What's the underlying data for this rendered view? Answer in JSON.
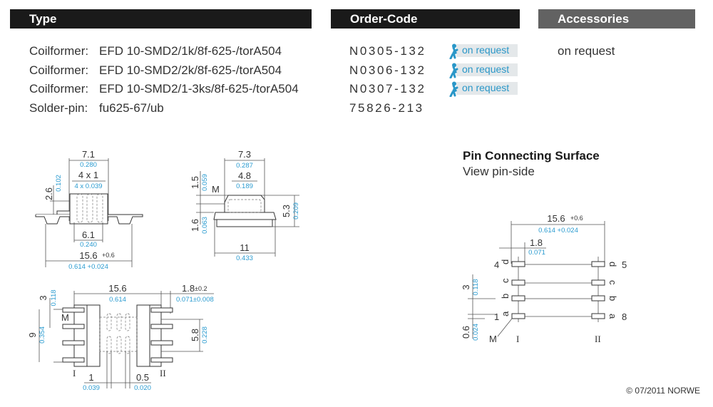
{
  "headers": {
    "type": "Type",
    "order_code": "Order-Code",
    "accessories": "Accessories"
  },
  "products": [
    {
      "label": "Coilformer:",
      "type": "EFD 10-SMD2/1k/8f-625-/torA504",
      "order_code": "N0305-132",
      "badge": "on request"
    },
    {
      "label": "Coilformer:",
      "type": "EFD 10-SMD2/2k/8f-625-/torA504",
      "order_code": "N0306-132",
      "badge": "on request"
    },
    {
      "label": "Coilformer:",
      "type": "EFD 10-SMD2/1-3ks/8f-625-/torA504",
      "order_code": "N0307-132",
      "badge": "on request"
    },
    {
      "label": "Solder-pin:",
      "type": "fu625-67/ub",
      "order_code": "75826-213",
      "badge": null
    }
  ],
  "accessories": {
    "text": "on request"
  },
  "badge_icon": "walking-person-icon",
  "colors": {
    "header_dark": "#1a1a1a",
    "header_grey": "#626262",
    "accent_blue": "#2a9bd0",
    "badge_bg": "#e4e8ea"
  },
  "drawing_front": {
    "dims": {
      "w71": "7.1",
      "w71_in": "0.280",
      "w4x1": "4 x 1",
      "w4x1_in": "4 x 0.039",
      "h26": "2.6",
      "h26_in": "0.102",
      "w61": "6.1",
      "w61_in": "0.240",
      "w156": "15.6",
      "w156_tol": "+0.6",
      "w156_in": "0.614 +0.024"
    }
  },
  "drawing_side": {
    "dims": {
      "w73": "7.3",
      "w73_in": "0.287",
      "w48": "4.8",
      "w48_in": "0.189",
      "h15": "1.5",
      "h15_in": "0.059",
      "h16": "1.6",
      "h16_in": "0.063",
      "h53": "5.3",
      "h53_in": "0.209",
      "w11": "11",
      "w11_in": "0.433",
      "mark": "M"
    }
  },
  "drawing_top": {
    "dims": {
      "w156": "15.6",
      "w156_in": "0.614",
      "w18": "1.8",
      "w18_tol": "±0.2",
      "w18_in": "0.071±0.008",
      "h3": "3",
      "h3_in": "0.118",
      "h9": "9",
      "h9_in": "0.354",
      "h58": "5.8",
      "h58_in": "0.228",
      "w1": "1",
      "w1_in": "0.039",
      "w05": "0.5",
      "w05_in": "0.020",
      "mark": "M",
      "side1": "I",
      "side2": "II"
    }
  },
  "pin_surface": {
    "title": "Pin Connecting Surface",
    "subtitle": "View pin-side",
    "dims": {
      "w156": "15.6",
      "w156_tol": "+0.6",
      "w156_in": "0.614 +0.024",
      "w18": "1.8",
      "w18_in": "0.071",
      "h3": "3",
      "h3_in": "0.118",
      "h06": "0.6",
      "h06_in": "0.024",
      "mark": "M",
      "side1": "I",
      "side2": "II"
    },
    "left_pins": [
      {
        "num": "4",
        "letter": "d"
      },
      {
        "num": "",
        "letter": "c"
      },
      {
        "num": "",
        "letter": "b"
      },
      {
        "num": "1",
        "letter": "a"
      }
    ],
    "right_pins": [
      {
        "num": "5",
        "letter": "d"
      },
      {
        "num": "",
        "letter": "c"
      },
      {
        "num": "",
        "letter": "b"
      },
      {
        "num": "8",
        "letter": "a"
      }
    ]
  },
  "footer": {
    "copyright": "© 07/2011 NORWE"
  }
}
